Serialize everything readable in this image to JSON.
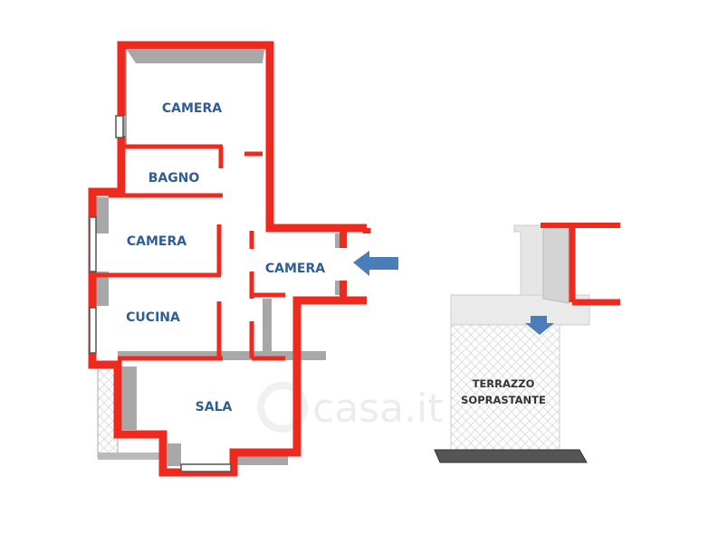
{
  "plan": {
    "rooms": [
      {
        "label": "CAMERA"
      },
      {
        "label": "BAGNO"
      },
      {
        "label": "CAMERA"
      },
      {
        "label": "CAMERA"
      },
      {
        "label": "CUCINA"
      },
      {
        "label": "SALA"
      }
    ],
    "terrace_label_line1": "TERRAZZO",
    "terrace_label_line2": "SOPRASTANTE"
  },
  "watermark": "casa.it",
  "colors": {
    "wall": "#ee2a1f",
    "label": "#2f5d96",
    "arrow": "#4a7ebb",
    "shade": "#9e9e9e"
  }
}
